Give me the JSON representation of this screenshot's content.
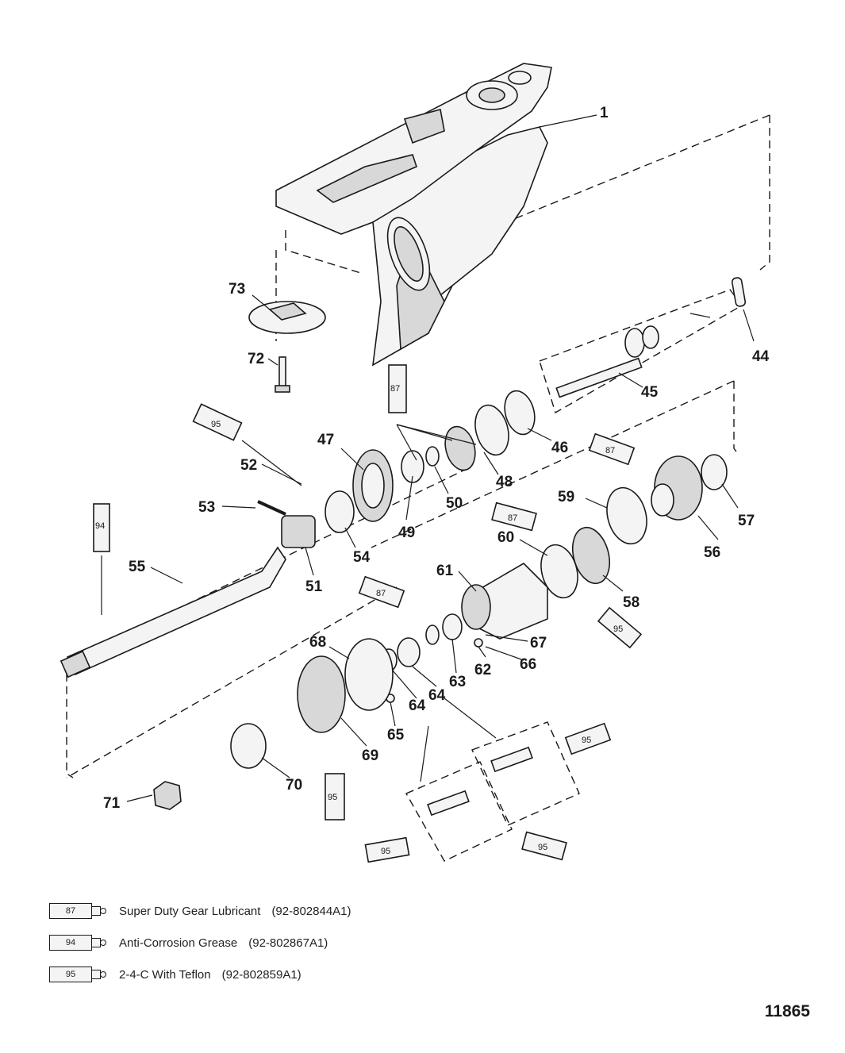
{
  "diagram": {
    "callouts": [
      "1",
      "44",
      "45",
      "46",
      "47",
      "48",
      "49",
      "50",
      "51",
      "52",
      "53",
      "54",
      "55",
      "56",
      "57",
      "58",
      "59",
      "60",
      "61",
      "62",
      "63",
      "64",
      "65",
      "66",
      "67",
      "68",
      "69",
      "70",
      "71",
      "72",
      "73"
    ],
    "tube_marks": [
      "87",
      "94",
      "95"
    ]
  },
  "legend": [
    {
      "code": "87",
      "name": "Super Duty Gear Lubricant",
      "part_number": "(92-802844A1)"
    },
    {
      "code": "94",
      "name": "Anti-Corrosion Grease",
      "part_number": "(92-802867A1)"
    },
    {
      "code": "95",
      "name": "2-4-C  With Teflon",
      "part_number": "(92-802859A1)"
    }
  ],
  "figure_number": "11865"
}
